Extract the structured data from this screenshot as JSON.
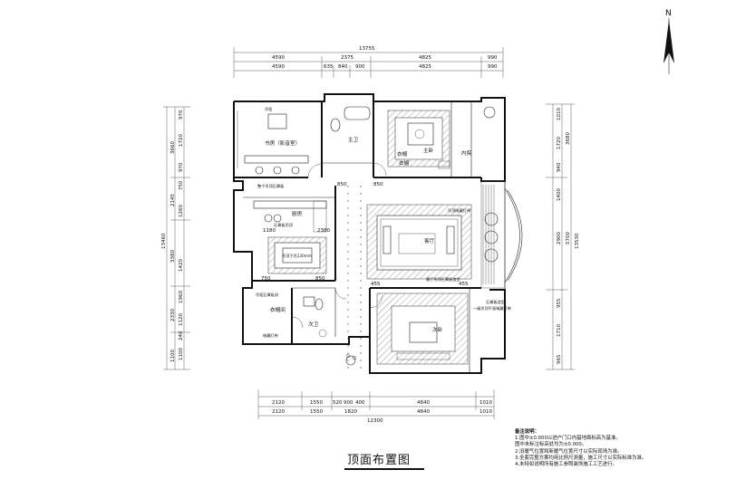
{
  "compass": {
    "label": "N"
  },
  "title": "顶面布置图",
  "notes": {
    "heading": "备注说明：",
    "lines": [
      "1.图中±0.000以进户门口内基地面标高为基准。",
      "   图中未标注标高处均为±0.000。",
      "2.旧暖气位置和新暖气位置尺寸以实际现场为准。",
      "3.全套完整方案均用比例尺测量，施工尺寸以实际标准为准。",
      "4.未特如说明所有施工参照装饰施工工艺进行。"
    ]
  },
  "dimensions": {
    "top_total": "13755",
    "top_row1": [
      "4590",
      "2375",
      "4825",
      "990"
    ],
    "top_row2": [
      "4590",
      "635",
      "840",
      "900",
      "4825",
      "990"
    ],
    "bottom_row1": [
      "2120",
      "1550",
      "520",
      "900",
      "400",
      "4840",
      "1010"
    ],
    "bottom_row2": [
      "2120",
      "1550",
      "1820",
      "4840",
      "1010"
    ],
    "bottom_total": "12300",
    "left_outer": [
      "3660",
      "2145",
      "3380",
      "2330",
      "1100"
    ],
    "left_inner": [
      "970",
      "1720",
      "970",
      "750",
      "1260",
      "1420",
      "1960",
      "1120",
      "240",
      "1100"
    ],
    "left_total": "13460",
    "right_inner": [
      "1010",
      "1720",
      "940",
      "1400",
      "2900",
      "955",
      "1710",
      "965"
    ],
    "right_outer": [
      "3680",
      "5700"
    ],
    "right_total": "13530",
    "interior": [
      "850",
      "850",
      "1180",
      "2380",
      "750",
      "850",
      "455",
      "455"
    ]
  },
  "rooms": {
    "study": "书房（影音室）",
    "bath_main": "主卫",
    "master_bed": "主卧",
    "dress": "衣帽",
    "closet": "衣帽",
    "yard": "内院",
    "kitchen": "厨房",
    "living": "客厅",
    "bedroom2": "次卧",
    "cloak": "衣帽间",
    "bath2": "次卫",
    "dining_note": "吊顶下吊130mm"
  },
  "annotations": {
    "a1": "吊柜",
    "a2": "吊顶暗藏灯带",
    "a3": "客厅吊顶石膏板造型",
    "a4": "整个吊顶石膏板",
    "a5": "石膏板造型",
    "a6": "一级吊顶平面暗藏灯带",
    "a7": "吊柜石膏板封",
    "a8": "暗藏灯带",
    "a9": "石膏板吊顶"
  }
}
